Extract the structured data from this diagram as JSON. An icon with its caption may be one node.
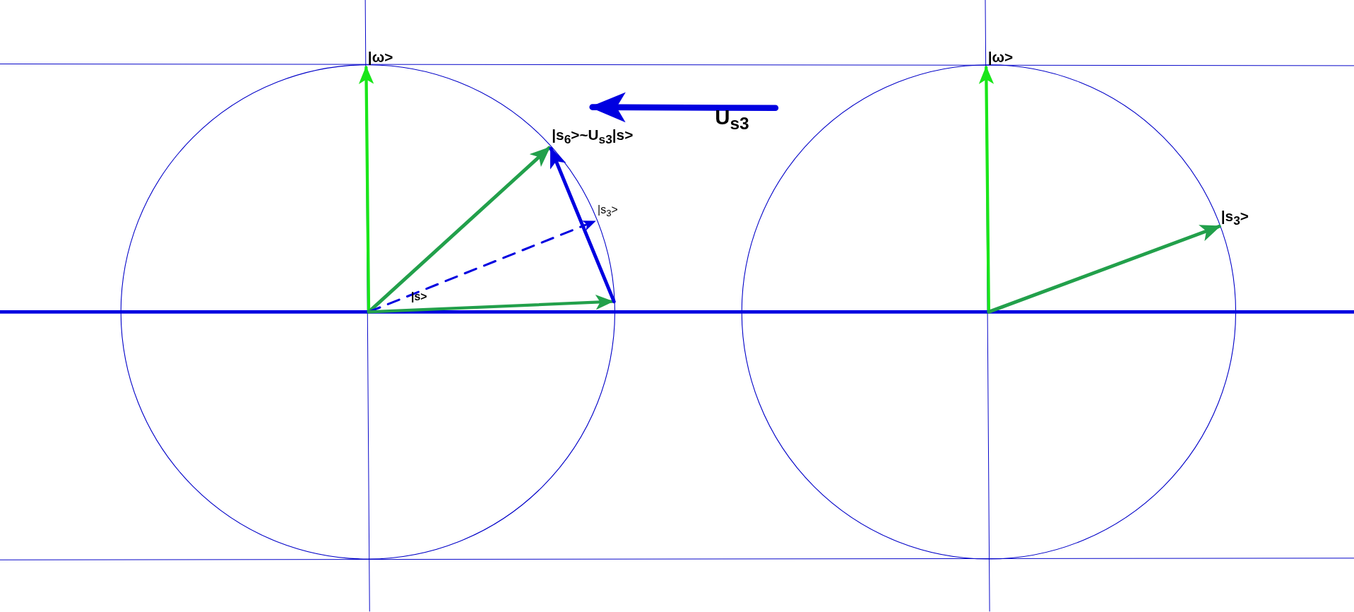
{
  "diagram": {
    "labels": [
      "|ω>",
      "|ω>",
      "U$_{s3}$",
      "|s$_{6}$>~U$_{s3}$|s>",
      "|s$_{3}$>",
      "|s$_{3}$>",
      "|s>"
    ]
  }
}
